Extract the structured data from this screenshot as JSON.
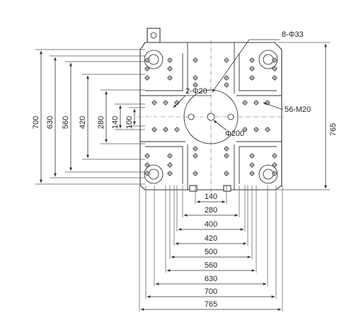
{
  "drawing": {
    "callouts": {
      "tie_bar_holes": "8-Φ33",
      "locating_holes": "2-Φ20",
      "tapped_holes": "56-M20",
      "locating_ring": "Φ200"
    },
    "horizontal_dimensions": [
      "140",
      "280",
      "400",
      "420",
      "500",
      "560",
      "630",
      "700",
      "765"
    ],
    "vertical_dimensions_left": [
      "700",
      "630",
      "560",
      "420",
      "280",
      "140",
      "100"
    ],
    "vertical_dimension_right": "765"
  }
}
